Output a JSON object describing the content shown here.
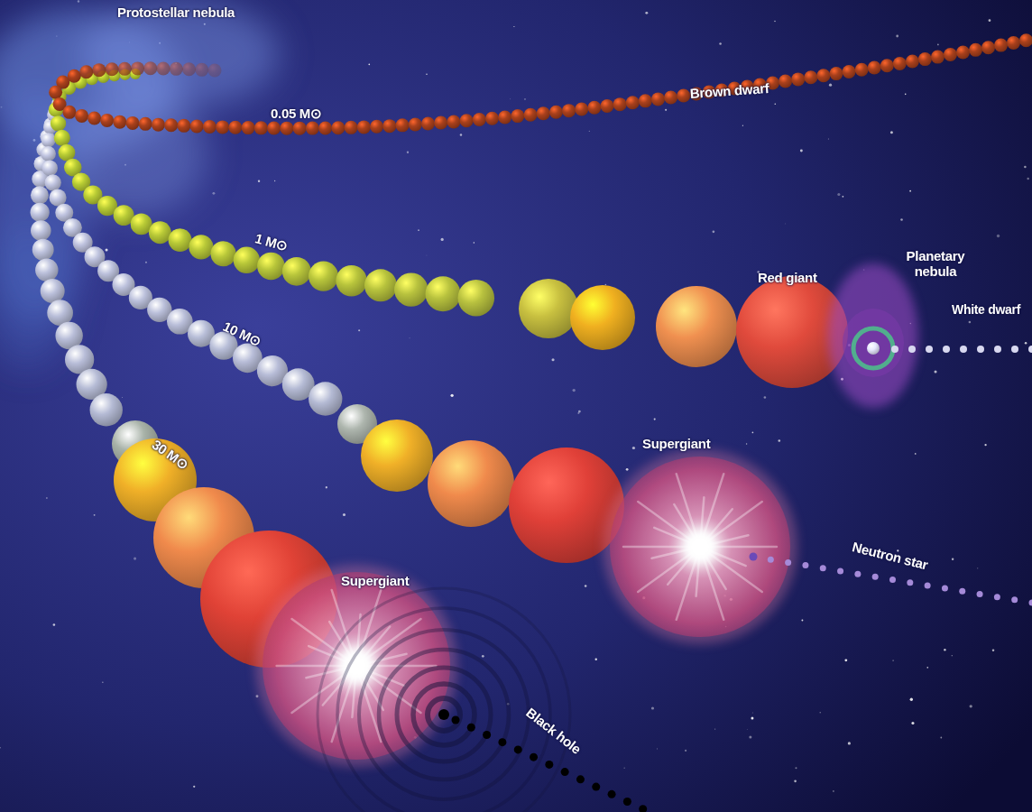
{
  "diagram": {
    "labels": [
      "Protostellar nebula",
      "0.05 M⊙",
      "Brown dwarf",
      "1 M⊙",
      "Red giant",
      "Planetary nebula",
      "White dwarf",
      "10 M⊙",
      "Supergiant",
      "Neutron star",
      "30 M⊙",
      "Supergiant",
      "Black hole"
    ]
  }
}
